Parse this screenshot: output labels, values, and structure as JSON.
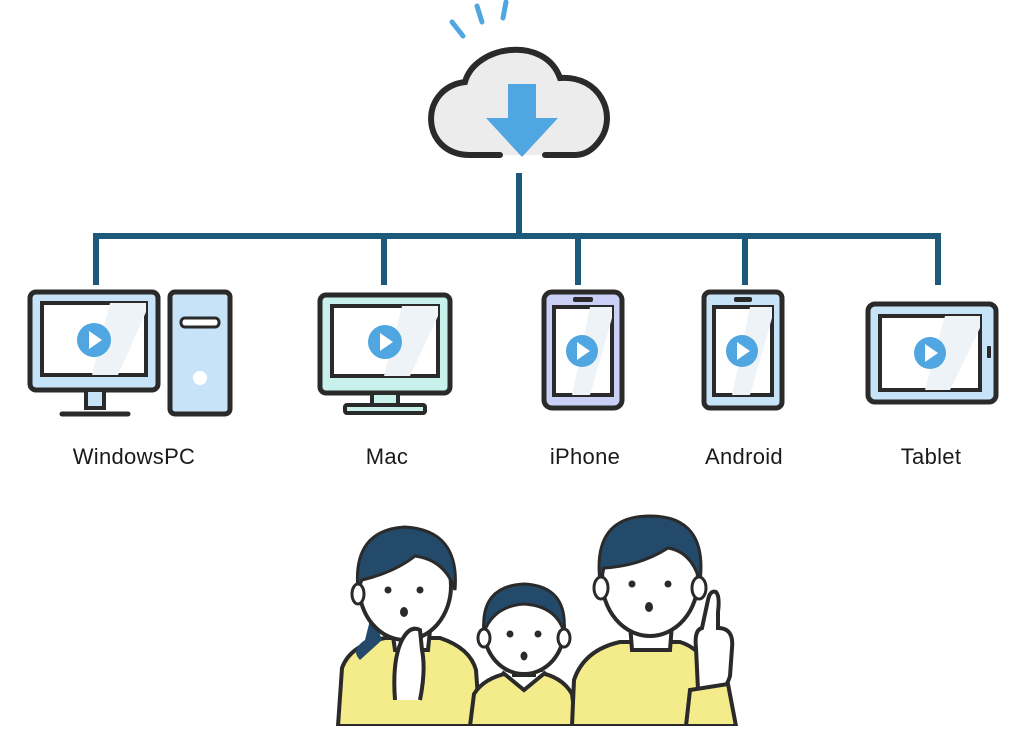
{
  "devices": [
    {
      "id": "windowspc",
      "label": "WindowsPC"
    },
    {
      "id": "mac",
      "label": "Mac"
    },
    {
      "id": "iphone",
      "label": "iPhone"
    },
    {
      "id": "android",
      "label": "Android"
    },
    {
      "id": "tablet",
      "label": "Tablet"
    }
  ],
  "icons": {
    "cloud": "cloud-download-icon",
    "play": "play-icon",
    "people": "family-illustration"
  },
  "colors": {
    "connector": "#1d5a7a",
    "outline": "#2a2a2a",
    "screen_blue": "#c7e3f7",
    "screen_mint": "#c8f1ec",
    "screen_lavender": "#c9cff5",
    "play": "#4fa6e0",
    "arrow": "#4fa6e0",
    "cloud_fill": "#e8e8e8",
    "shirt": "#f4ec8a",
    "hair": "#234a6b"
  }
}
